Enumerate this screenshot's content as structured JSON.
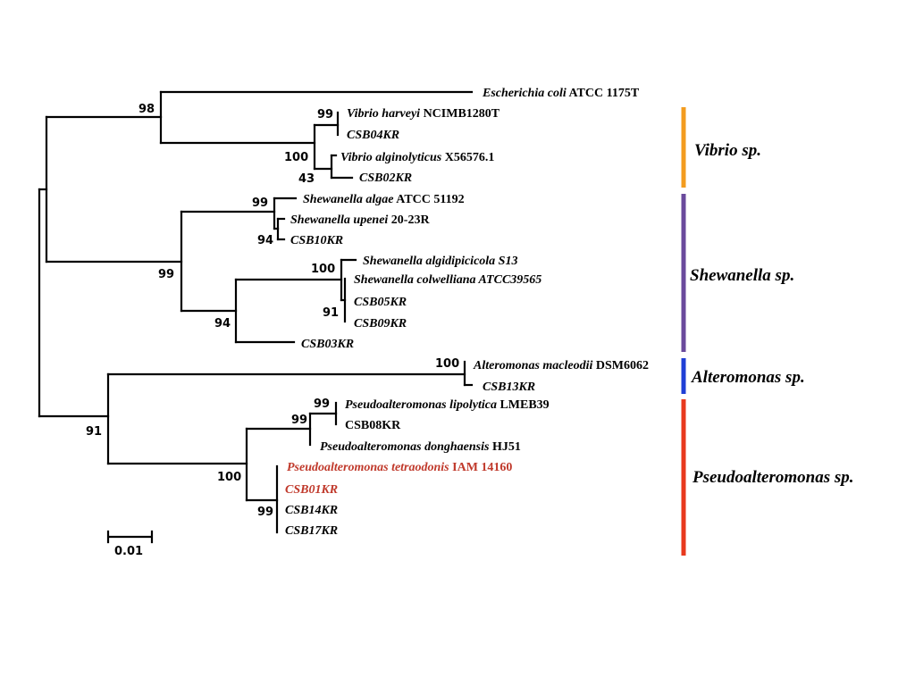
{
  "taxa": {
    "t01": {
      "italic": "Escherichia coli",
      "plain": " ATCC 1175T"
    },
    "t02": {
      "italic": "Vibrio harveyi",
      "plain": " NCIMB1280T"
    },
    "t03": {
      "italic": "CSB04KR",
      "plain": ""
    },
    "t04": {
      "italic": "Vibrio alginolyticus",
      "plain": " X56576.1"
    },
    "t05": {
      "italic": "CSB02KR",
      "plain": ""
    },
    "t06": {
      "italic": "Shewanella algae",
      "plain": " ATCC 51192"
    },
    "t07": {
      "italic": "Shewanella upenei",
      "plain": " 20-23R"
    },
    "t08": {
      "italic": "CSB10KR",
      "plain": ""
    },
    "t09": {
      "italic": "Shewanella algidipicicola S13",
      "plain": ""
    },
    "t10": {
      "italic": "Shewanella colwelliana ATCC39565",
      "plain": ""
    },
    "t11": {
      "italic": "CSB05KR",
      "plain": ""
    },
    "t12": {
      "italic": "CSB09KR",
      "plain": ""
    },
    "t13": {
      "italic": "CSB03KR",
      "plain": ""
    },
    "t14": {
      "italic": "Alteromonas macleodii",
      "plain": " DSM6062"
    },
    "t15": {
      "italic": "CSB13KR",
      "plain": ""
    },
    "t16": {
      "italic": "Pseudoalteromonas lipolytica",
      "plain": " LMEB39"
    },
    "t17": {
      "italic": "",
      "plain": "CSB08KR"
    },
    "t18": {
      "italic": "Pseudoalteromonas donghaensis",
      "plain": " HJ51"
    },
    "t19": {
      "italic": "Pseudoalteromonas tetraodonis",
      "plain": " IAM 14160"
    },
    "t20": {
      "italic": "CSB01KR",
      "plain": ""
    },
    "t21": {
      "italic": "CSB14KR",
      "plain": ""
    },
    "t22": {
      "italic": "CSB17KR",
      "plain": ""
    }
  },
  "bootstrap": {
    "b_ecoli_vibrio": "98",
    "b_vharveyi": "99",
    "b_vibrio": "100",
    "b_valgino": "43",
    "b_salgae": "99",
    "b_csb10": "94",
    "b_shewanella": "99",
    "b_salgidi": "100",
    "b_csb05": "91",
    "b_csb03": "94",
    "b_altero": "100",
    "b_pseudo_root": "91",
    "b_plipo": "99",
    "b_pdong": "99",
    "b_ptetra": "100",
    "b_csb14": "99"
  },
  "groups": {
    "vibrio": {
      "label": "Vibrio sp.",
      "color": "#f39c1f"
    },
    "shewanella": {
      "label": "Shewanella sp.",
      "color": "#6a4a9c"
    },
    "alteromonas": {
      "label": "Alteromonas sp.",
      "color": "#1f3fd6"
    },
    "pseudoalteromonas": {
      "label": "Pseudoalteromonas sp.",
      "color": "#e8391e"
    }
  },
  "highlight_color": "#c0392b",
  "scale": {
    "label": "0.01"
  }
}
